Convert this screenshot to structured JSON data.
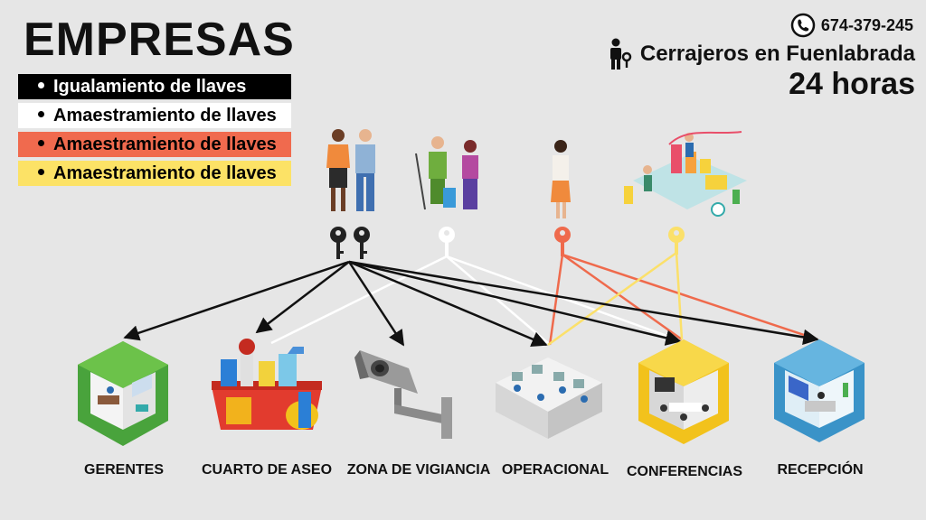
{
  "title": "EMPRESAS",
  "legend": [
    {
      "label": "Igualamiento de llaves",
      "bg": "#000000",
      "fg": "#ffffff",
      "dot": "#ffffff"
    },
    {
      "label": "Amaestramiento de llaves",
      "bg": "#ffffff",
      "fg": "#000000",
      "dot": "#000000"
    },
    {
      "label": "Amaestramiento de llaves",
      "bg": "#f06a4e",
      "fg": "#000000",
      "dot": "#000000"
    },
    {
      "label": "Amaestramiento de llaves",
      "bg": "#fce266",
      "fg": "#000000",
      "dot": "#000000"
    }
  ],
  "contact": {
    "phone": "674-379-245",
    "company": "Cerrajeros en Fuenlabrada",
    "hours": "24 horas",
    "phone_icon": "phone-icon",
    "person_icon": "person-icon"
  },
  "colors": {
    "black_key": "#1a1a1a",
    "white_key": "#ffffff",
    "red_key": "#ef6a4c",
    "yellow_key": "#fbe06a"
  },
  "rooms": [
    {
      "label": "GERENTES"
    },
    {
      "label": "CUARTO DE ASEO"
    },
    {
      "label": "ZONA DE VIGIANCIA"
    },
    {
      "label": "OPERACIONAL"
    },
    {
      "label": "CONFERENCIAS"
    },
    {
      "label": "RECEPCIÓN"
    }
  ]
}
